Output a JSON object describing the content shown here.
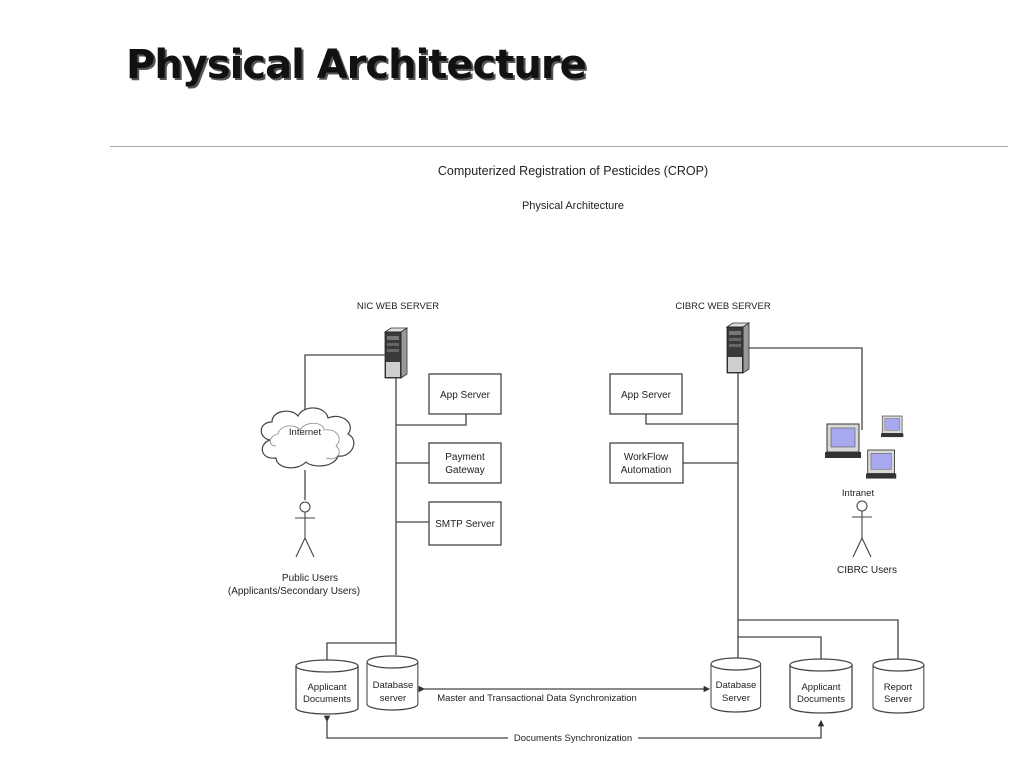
{
  "slide": {
    "title": "Physical Architecture"
  },
  "diagram": {
    "title": "Computerized Registration of Pesticides (CROP)",
    "subtitle": "Physical Architecture",
    "nic": {
      "label": "NIC WEB SERVER",
      "app_server": "App Server",
      "payment_gateway_line1": "Payment",
      "payment_gateway_line2": "Gateway",
      "smtp_server": "SMTP Server",
      "internet": "Internet",
      "public_users_line1": "Public Users",
      "public_users_line2": "(Applicants/Secondary Users)",
      "applicant_docs_line1": "Applicant",
      "applicant_docs_line2": "Documents",
      "db_line1": "Database",
      "db_line2": "server"
    },
    "cibrc": {
      "label": "CIBRC WEB SERVER",
      "app_server": "App Server",
      "workflow_line1": "WorkFlow",
      "workflow_line2": "Automation",
      "intranet": "Intranet",
      "users": "CIBRC Users",
      "db_line1": "Database",
      "db_line2": "Server",
      "applicant_docs_line1": "Applicant",
      "applicant_docs_line2": "Documents",
      "report_line1": "Report",
      "report_line2": "Server"
    },
    "sync": {
      "data_sync": "Master and Transactional Data Synchronization",
      "docs_sync": "Documents Synchronization"
    },
    "colors": {
      "line": "#444444",
      "screen": "#a8a8ee",
      "server_body": "#3a3a3a"
    }
  }
}
